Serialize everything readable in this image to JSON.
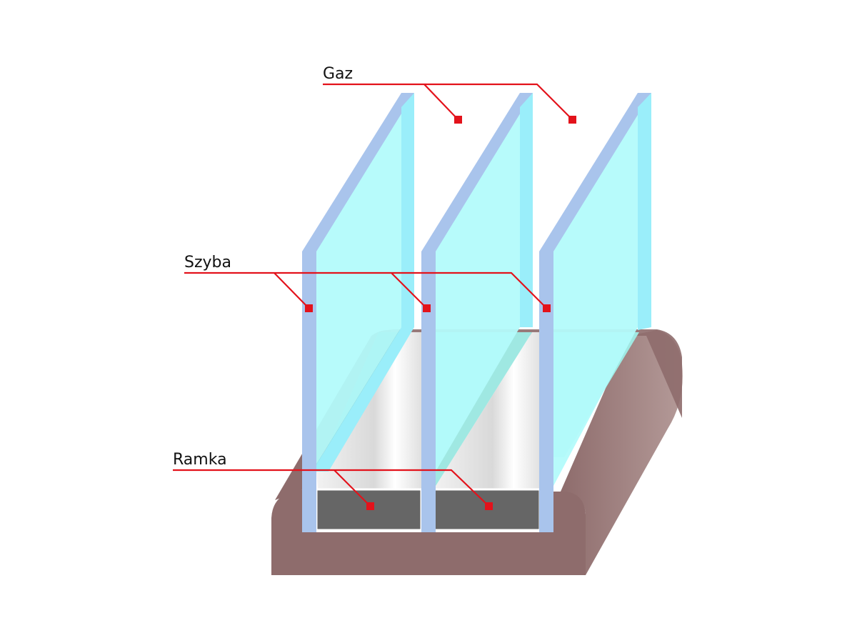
{
  "labels": {
    "gas": "Gaz",
    "pane": "Szyba",
    "spacer": "Ramka"
  },
  "colors": {
    "leader": "#e3121b",
    "glass_face": "#b3fbfb",
    "glass_edge": "#a9c4ec",
    "glass_side": "#9aeefa",
    "seal": "#8e6c6c",
    "seal_light": "#b49a98",
    "spacer_fill": "#666666",
    "spacer_channel": "#e6e6e6"
  }
}
